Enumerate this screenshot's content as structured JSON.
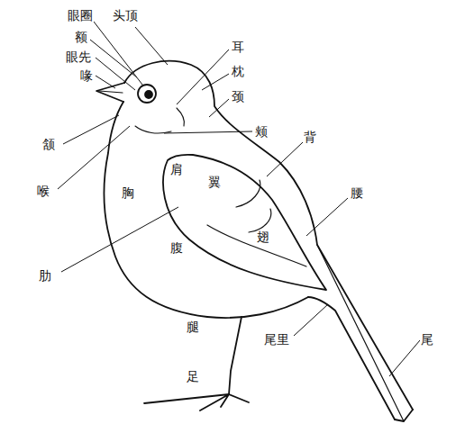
{
  "diagram": {
    "labels": [
      "眼圈",
      "额",
      "眼先",
      "喙",
      "头顶",
      "耳",
      "枕",
      "颈",
      "颊",
      "背",
      "颔",
      "喉",
      "胸",
      "肩",
      "翼",
      "腰",
      "翅",
      "腹",
      "肋",
      "腿",
      "尾里",
      "尾",
      "足"
    ]
  }
}
